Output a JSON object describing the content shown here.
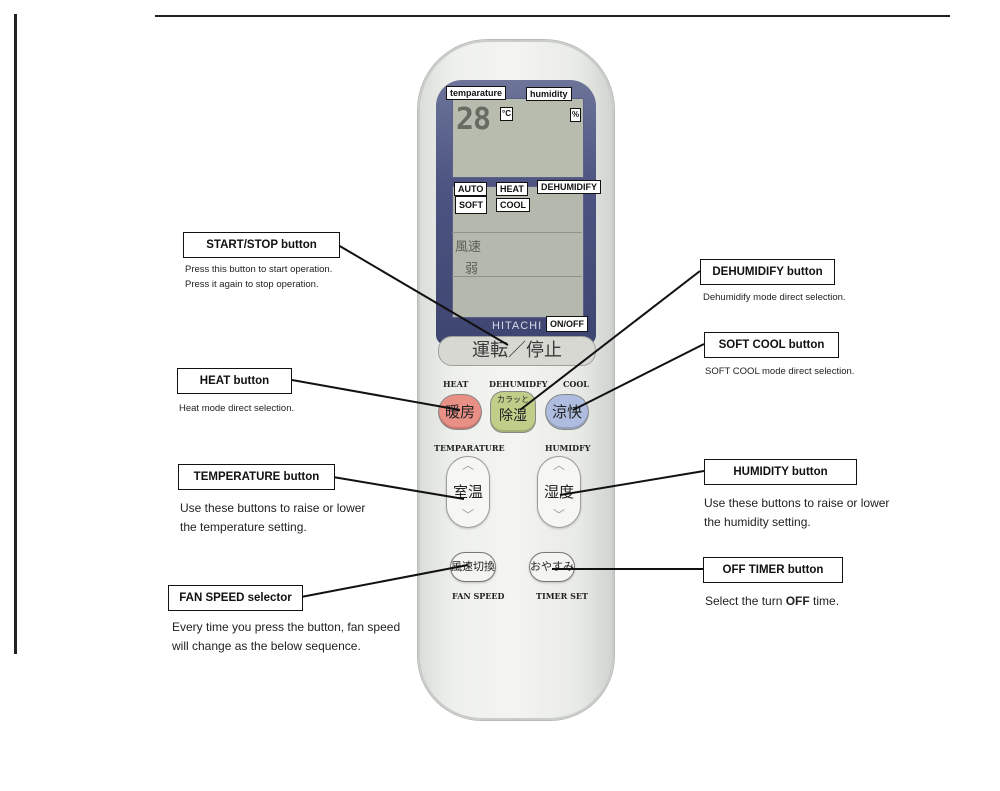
{
  "remote": {
    "brand": "HITACHI",
    "display": {
      "temperature_label": "temparature",
      "humidity_label": "humidity",
      "temp_value": "28",
      "celsius": "°C",
      "percent": "%",
      "mode_labels": {
        "auto": "AUTO",
        "heat": "HEAT",
        "dehumidify": "DEHUMIDIFY",
        "soft": "SOFT",
        "cool": "COOL"
      },
      "fan_glyphs": "風速",
      "fan_level": "弱"
    },
    "start_stop": {
      "label": "運転／停止",
      "tag": "ON/OFF"
    },
    "mode_buttons": {
      "heat": {
        "tag": "HEAT",
        "label": "暖房"
      },
      "dehumidify": {
        "tag": "DEHUMIDFY",
        "label": "除湿",
        "sub": "カラッと"
      },
      "cool": {
        "tag": "COOL",
        "label": "涼快"
      }
    },
    "temperature_button": {
      "tag": "TEMPARATURE",
      "label": "室温"
    },
    "humidity_button": {
      "tag": "HUMIDFY",
      "label": "湿度"
    },
    "fan_button": {
      "tag": "FAN SPEED",
      "label": "風速切換"
    },
    "timer_button": {
      "tag": "TIMER SET",
      "label": "おやすみ"
    }
  },
  "callouts": {
    "start_stop": {
      "title": "START/STOP button",
      "desc1": "Press this button to start operation.",
      "desc2": "Press it again to stop operation."
    },
    "heat": {
      "title": "HEAT button",
      "desc": "Heat mode direct selection."
    },
    "temperature": {
      "title": "TEMPERATURE button",
      "desc1": "Use these buttons to raise or lower",
      "desc2": "the temperature setting."
    },
    "fan_speed": {
      "title": "FAN SPEED selector",
      "desc1": "Every time you press the button, fan speed",
      "desc2": "will change as the below sequence."
    },
    "dehumidify": {
      "title": "DEHUMIDIFY button",
      "desc": "Dehumidify mode direct selection."
    },
    "soft_cool": {
      "title": "SOFT COOL button",
      "desc": "SOFT COOL mode direct selection."
    },
    "humidity": {
      "title": "HUMIDITY button",
      "desc1": "Use these buttons to raise or lower",
      "desc2": "the humidity setting."
    },
    "off_timer": {
      "title": "OFF TIMER button",
      "desc_prefix": "Select the turn ",
      "desc_bold": "OFF",
      "desc_suffix": " time."
    }
  },
  "colors": {
    "heat_button": "#e88f86",
    "dehumidify_button": "#bfcf8a",
    "cool_button": "#aebcdf",
    "screen_frame": "#4d5481"
  }
}
